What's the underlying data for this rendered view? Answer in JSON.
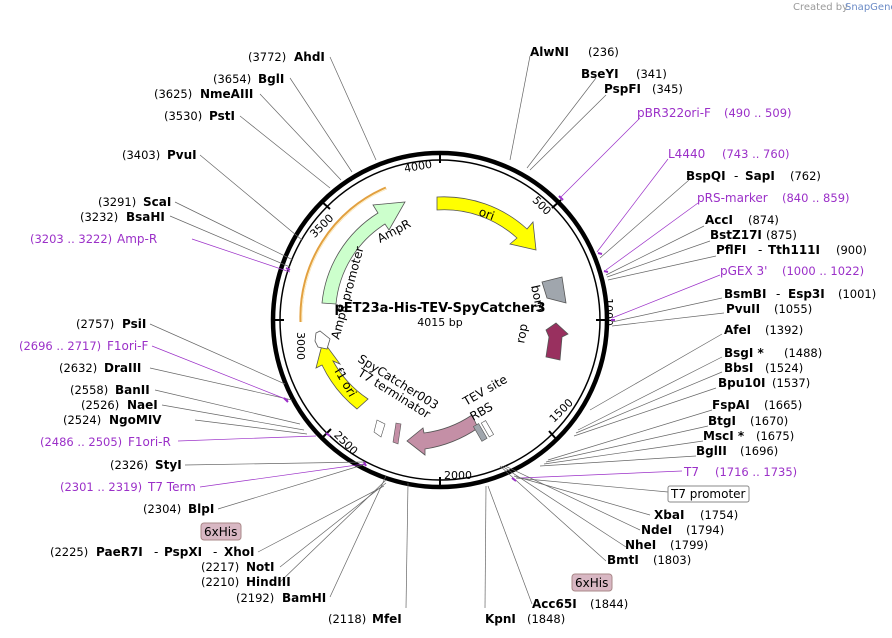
{
  "watermark": {
    "prefix": "Created by",
    "brand": "SnapGene"
  },
  "plasmid": {
    "name": "pET23a-His-TEV-SpyCatcher3",
    "size_label": "4015 bp"
  },
  "ticks": [
    "500",
    "1000",
    "1500",
    "2000",
    "2500",
    "3000",
    "3500",
    "4000"
  ],
  "features": {
    "ori": "ori",
    "bom": "bom",
    "rop": "rop",
    "tev_site": "TEV site",
    "rbs": "RBS",
    "spycatcher": "SpyCatcher003",
    "t7_terminator": "T7 terminator",
    "f1_ori": "f1 ori",
    "amp_promoter": "AmpR promoter",
    "ampr": "AmpR"
  },
  "sites": [
    {
      "key": "alwni",
      "name": "AlwNI",
      "pos": "(236)"
    },
    {
      "key": "bseyi",
      "name": "BseYI",
      "pos": "(341)"
    },
    {
      "key": "pspfi",
      "name": "PspFI",
      "pos": "(345)"
    },
    {
      "key": "pbr322ori",
      "name": "pBR322ori-F",
      "pos": "(490 .. 509)"
    },
    {
      "key": "l4440",
      "name": "L4440",
      "pos": "(743 .. 760)"
    },
    {
      "key": "bspqi",
      "name": "BspQI",
      "name2": "SapI",
      "pos": "(762)"
    },
    {
      "key": "prs",
      "name": "pRS-marker",
      "pos": "(840 .. 859)"
    },
    {
      "key": "acci",
      "name": "AccI",
      "pos": "(874)"
    },
    {
      "key": "bstz17i",
      "name": "BstZ17I",
      "pos": "(875)"
    },
    {
      "key": "pflfi",
      "name": "PflFI",
      "name2": "Tth111I",
      "pos": "(900)"
    },
    {
      "key": "pgex3",
      "name": "pGEX 3'",
      "pos": "(1000 .. 1022)"
    },
    {
      "key": "bsmbi",
      "name": "BsmBI",
      "name2": "Esp3I",
      "pos": "(1001)"
    },
    {
      "key": "pvuii",
      "name": "PvuII",
      "pos": "(1055)"
    },
    {
      "key": "afei",
      "name": "AfeI",
      "pos": "(1392)"
    },
    {
      "key": "bsgi",
      "name": "BsgI *",
      "pos": "(1488)"
    },
    {
      "key": "bbsi",
      "name": "BbsI",
      "pos": "(1524)"
    },
    {
      "key": "bpu10i",
      "name": "Bpu10I",
      "pos": "(1537)"
    },
    {
      "key": "fspai",
      "name": "FspAI",
      "pos": "(1665)"
    },
    {
      "key": "btgi",
      "name": "BtgI",
      "pos": "(1670)"
    },
    {
      "key": "msci",
      "name": "MscI *",
      "pos": "(1675)"
    },
    {
      "key": "bglii",
      "name": "BglII",
      "pos": "(1696)"
    },
    {
      "key": "t7",
      "name": "T7",
      "pos": "(1716 .. 1735)"
    },
    {
      "key": "t7prom",
      "name": "T7 promoter"
    },
    {
      "key": "xbai",
      "name": "XbaI",
      "pos": "(1754)"
    },
    {
      "key": "ndei",
      "name": "NdeI",
      "pos": "(1794)"
    },
    {
      "key": "nhei",
      "name": "NheI",
      "pos": "(1799)"
    },
    {
      "key": "bmti",
      "name": "BmtI",
      "pos": "(1803)"
    },
    {
      "key": "his6b",
      "name": "6xHis"
    },
    {
      "key": "acc65i",
      "name": "Acc65I",
      "pos": "(1844)"
    },
    {
      "key": "kpni",
      "name": "KpnI",
      "pos": "(1848)"
    },
    {
      "key": "mfei",
      "name": "MfeI",
      "pos": "(2118)"
    },
    {
      "key": "bamhi",
      "name": "BamHI",
      "pos": "(2192)"
    },
    {
      "key": "hindiii",
      "name": "HindIII",
      "pos": "(2210)"
    },
    {
      "key": "noti",
      "name": "NotI",
      "pos": "(2217)"
    },
    {
      "key": "paer7i",
      "name": "PaeR7I",
      "name2": "PspXI",
      "name3": "XhoI",
      "pos": "(2225)"
    },
    {
      "key": "his6a",
      "name": "6xHis"
    },
    {
      "key": "blpi",
      "name": "BlpI",
      "pos": "(2304)"
    },
    {
      "key": "t7term",
      "name": "T7 Term",
      "pos": "(2301 .. 2319)"
    },
    {
      "key": "styi",
      "name": "StyI",
      "pos": "(2326)"
    },
    {
      "key": "f1orir",
      "name": "F1ori-R",
      "pos": "(2486 .. 2505)"
    },
    {
      "key": "ngomiv",
      "name": "NgoMIV",
      "pos": "(2524)"
    },
    {
      "key": "naei",
      "name": "NaeI",
      "pos": "(2526)"
    },
    {
      "key": "banii",
      "name": "BanII",
      "pos": "(2558)"
    },
    {
      "key": "draiii",
      "name": "DraIII",
      "pos": "(2632)"
    },
    {
      "key": "f1orif",
      "name": "F1ori-F",
      "pos": "(2696 .. 2717)"
    },
    {
      "key": "psii",
      "name": "PsiI",
      "pos": "(2757)"
    },
    {
      "key": "ampr_lbl",
      "name": "Amp-R",
      "pos": "(3203 .. 3222)"
    },
    {
      "key": "bsahi",
      "name": "BsaHI",
      "pos": "(3232)"
    },
    {
      "key": "scai",
      "name": "ScaI",
      "pos": "(3291)"
    },
    {
      "key": "pvui",
      "name": "PvuI",
      "pos": "(3403)"
    },
    {
      "key": "psti",
      "name": "PstI",
      "pos": "(3530)"
    },
    {
      "key": "nmeaiii",
      "name": "NmeAIII",
      "pos": "(3625)"
    },
    {
      "key": "bgli",
      "name": "BglI",
      "pos": "(3654)"
    },
    {
      "key": "ahdi",
      "name": "AhdI",
      "pos": "(3772)"
    }
  ],
  "colors": {
    "ori": "#ffff00",
    "ampr": "#ccffcc",
    "promoter": "#ffffff",
    "f1": "#ffff00",
    "bom": "#a0a6ad",
    "rop": "#99305f",
    "cds": "#c48fa6",
    "feature_label": "#9b30c8",
    "his_tag": "#d8b7c3",
    "backbone": "#000000"
  }
}
